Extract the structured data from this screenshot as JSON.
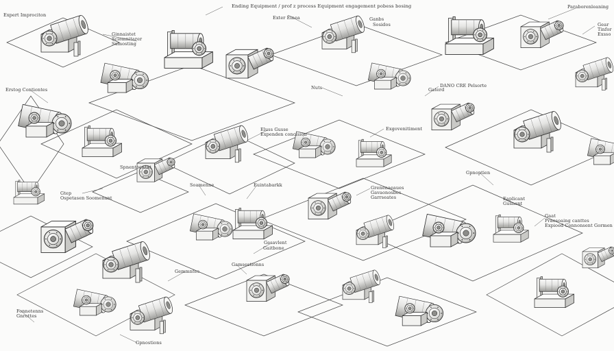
{
  "header": {
    "title": "Ending Equipment / prof z process Equipment engagement pobess bosing",
    "subtitle": "Exter Einea"
  },
  "labels": {
    "top_left": "Expert Improciton",
    "top_left_mid": "Ginnaistet\nSciomnitarer\nSumosting",
    "top_right": "Paraborenleaning",
    "top_right_side": "Gear\nTinfor\nExsso",
    "mid_top_a": "Nuts",
    "mid_top_b": "Ganbs",
    "mid_top_c": "Sosidos",
    "right_mid": "DANO CRE Pelsorte",
    "right_mid_b": "Gaterd",
    "left_mid": "Erstog Contiontes",
    "center_a": "Eluss Gusse\nExpenden concision",
    "center_b": "Exgovenitiment",
    "center_c": "Spnentoentnt",
    "center_d": "Grenenaeaues\nGavaonosbes\nGarrseates",
    "left_low": "Gtep\nOspetasen Soomenant",
    "left_low2": "Soamenne",
    "center_low_a": "Euintabarkk",
    "center_low_b": "Gesavlent",
    "center_low_c": "Gaitbone",
    "right_low": "Gpnoptien",
    "right_low_b": "Eaplicant\nGusnent",
    "far_right": "Gaat\nPraosoaing canttes\nExpioed Connonsent Gormen",
    "bottom_left": "Fonnetenns\nGnrottes",
    "bottom_left2": "Gemmntes",
    "bottom_mid": "Gamsestionns",
    "bottom_right": "Gpnostions"
  },
  "style": {
    "ink": "#2b2b2b",
    "fill": "#f2f2f0",
    "shade": "#c9c9c6",
    "dark": "#8d8d8a",
    "paper": "#fbfbfa"
  }
}
